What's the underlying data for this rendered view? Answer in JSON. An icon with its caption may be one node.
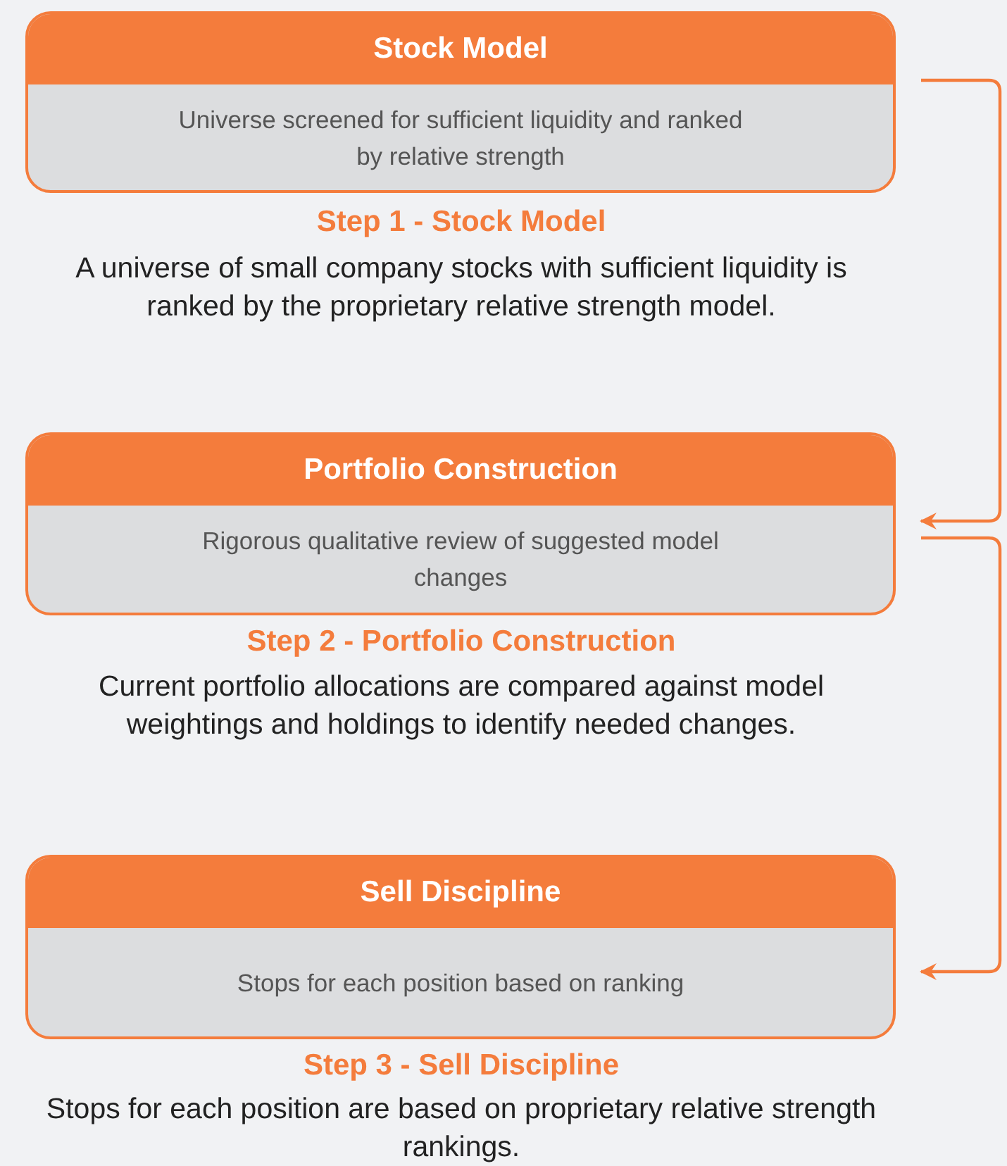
{
  "diagram": {
    "nodes": [
      {
        "text": [
          "Stock Model",
          "Universe screened for sufficient liquidity and ranked by relative strength"
        ],
        "beside": [
          "Step 1 - Stock Model",
          "A universe of small company stocks with sufficient liquidity is ranked by the proprietary relative strength model."
        ]
      },
      {
        "text": [
          "Portfolio Construction",
          "Rigorous qualitative review of suggested model changes"
        ],
        "beside": [
          "Step 2 - Portfolio Construction",
          "Current portfolio allocations are compared against model weightings and holdings to identify needed changes."
        ]
      },
      {
        "text": [
          "Sell Discipline",
          "Stops for each position based on ranking"
        ],
        "beside": [
          "Step 3 - Sell Discipline",
          "Stops for each position are based on proprietary relative strength rankings."
        ]
      }
    ],
    "edges": [
      {
        "from": 0,
        "to": 1,
        "arrow": "to"
      },
      {
        "from": 1,
        "to": 2,
        "arrow": "to"
      }
    ]
  }
}
